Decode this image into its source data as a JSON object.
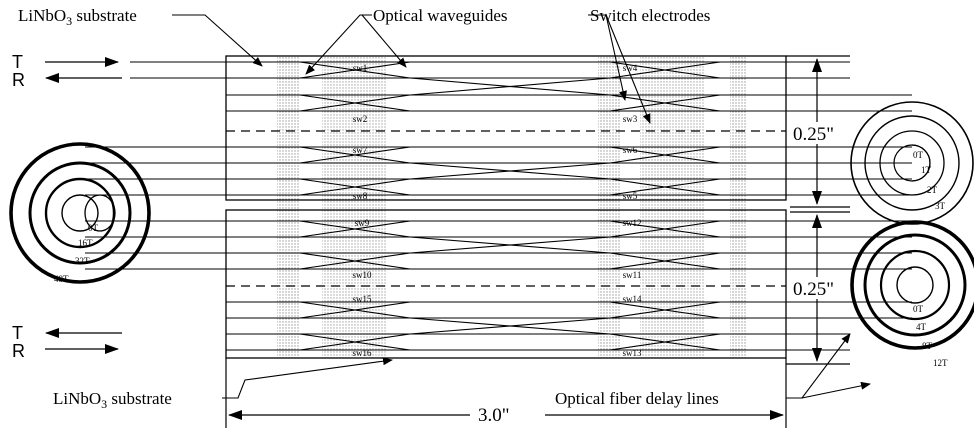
{
  "labels": {
    "substrate_top": "LiNbO",
    "substrate_bottom": "LiNbO",
    "subscript": "3",
    "substrate_word": " substrate",
    "waveguides": "Optical waveguides",
    "electrodes": "Switch electrodes",
    "delay_lines": "Optical fiber delay lines",
    "width": "3.0\"",
    "spacing_top": "0.25\"",
    "spacing_bottom": "0.25\""
  },
  "ports": {
    "top_t": "T",
    "top_r": "R",
    "bottom_t": "T",
    "bottom_r": "R"
  },
  "switches": [
    "sw1",
    "sw4",
    "sw2",
    "sw3",
    "sw7",
    "sw6",
    "sw8",
    "sw5",
    "sw9",
    "sw12",
    "sw10",
    "sw11",
    "sw15",
    "sw14",
    "sw16",
    "sw13"
  ],
  "coils": {
    "top_right": [
      "0T",
      "1T",
      "2T",
      "3T"
    ],
    "left": [
      "0T",
      "16T",
      "32T",
      "48T"
    ],
    "bottom_right": [
      "0T",
      "4T",
      "8T",
      "12T"
    ]
  }
}
